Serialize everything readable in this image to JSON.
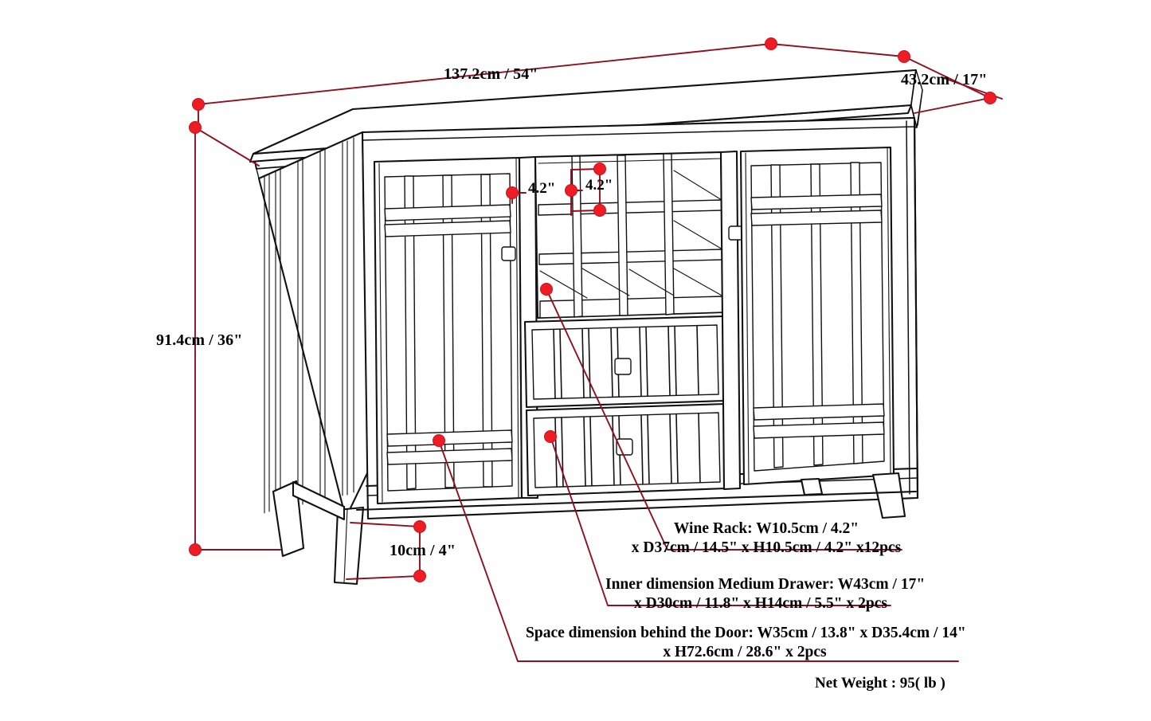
{
  "diagram": {
    "type": "furniture-dimension-drawing",
    "product": "sideboard-buffet-cabinet",
    "colors": {
      "outline": "#111111",
      "dimension_line": "#8f1020",
      "dimension_dot": "#ee1c25",
      "background": "#ffffff"
    }
  },
  "dimensions": {
    "width": "137.2cm / 54\"",
    "depth": "43.2cm / 17\"",
    "height": "91.4cm / 36\"",
    "leg_clearance": "10cm / 4\"",
    "wine_cubby_width": "4.2\"",
    "wine_cubby_height": "4.2\""
  },
  "notes": [
    {
      "id": "wine-rack",
      "line1": "Wine Rack: W10.5cm / 4.2\"",
      "line2": "x D37cm / 14.5\" x H10.5cm / 4.2\" x12pcs"
    },
    {
      "id": "medium-drawer",
      "line1": "Inner dimension Medium Drawer: W43cm / 17\"",
      "line2": "x D30cm / 11.8\" x H14cm / 5.5\" x 2pcs"
    },
    {
      "id": "behind-door",
      "line1": "Space dimension behind the Door:  W35cm / 13.8\" x D35.4cm / 14\"",
      "line2": "x H72.6cm / 28.6\" x 2pcs"
    }
  ],
  "weight": {
    "label": "Net Weight : 95( lb )"
  }
}
